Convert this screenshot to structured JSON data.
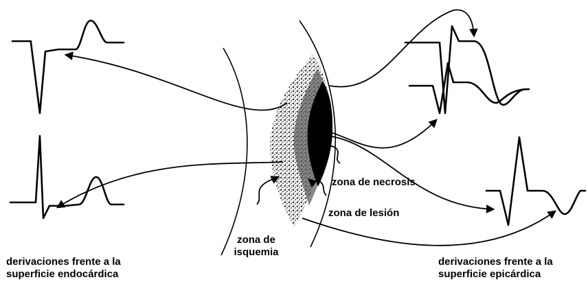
{
  "labels": {
    "necrosis": "zona de necrosis",
    "lesion": "zona de lesión",
    "ischemia_line1": "zona de",
    "ischemia_line2": "isquemia",
    "endo_line1": "derivaciones frente a la",
    "endo_line2": "superficie endocárdica",
    "epi_line1": "derivaciones frente a la",
    "epi_line2": "superficie epicárdica"
  },
  "colors": {
    "ink": "#000000",
    "background": "#ffffff",
    "stipple": "#333333"
  }
}
